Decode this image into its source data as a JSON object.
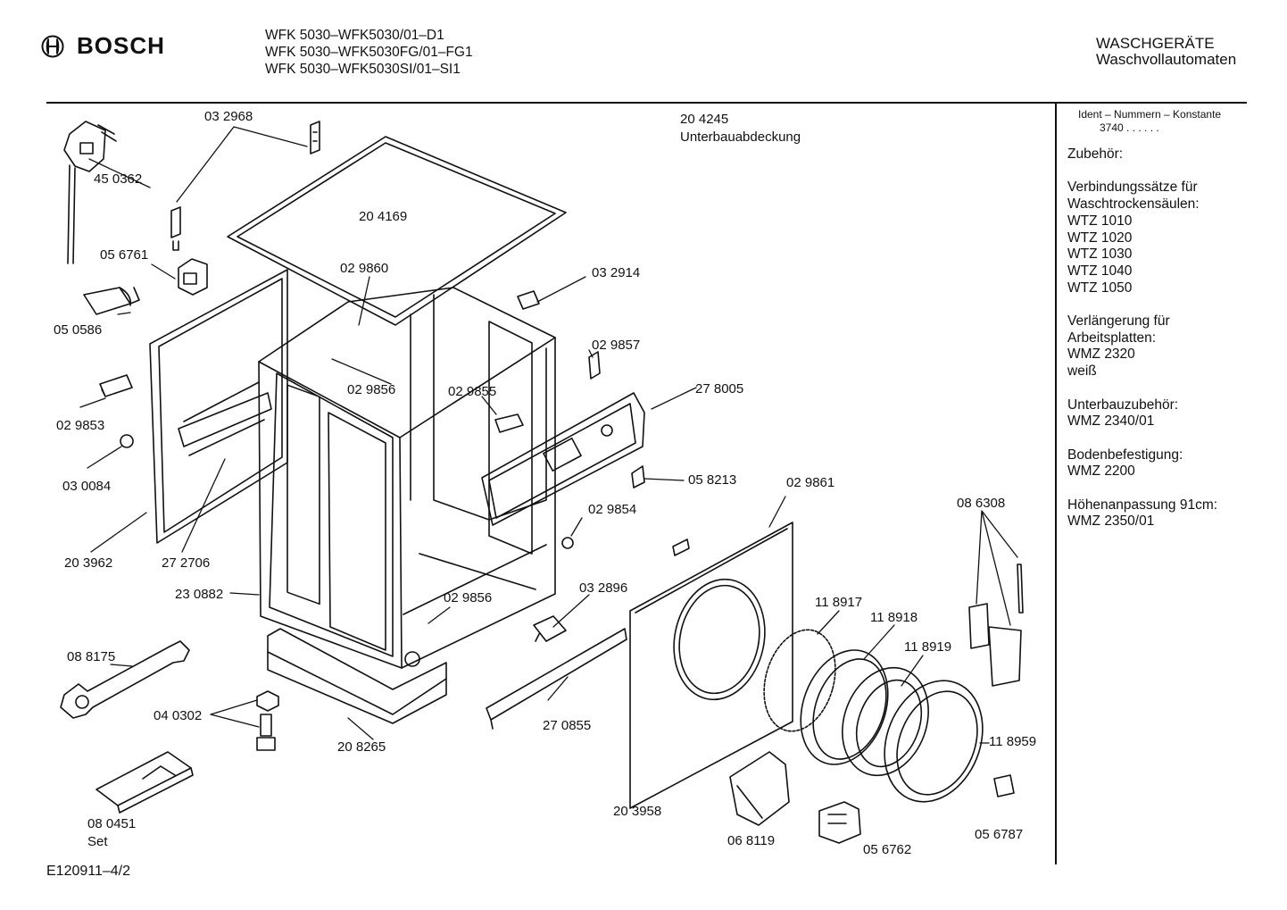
{
  "header": {
    "brand": "BOSCH",
    "models": [
      "WFK 5030–WFK5030/01–D1",
      "WFK 5030–WFK5030FG/01–FG1",
      "WFK 5030–WFK5030SI/01–SI1"
    ],
    "category_line1": "WASCHGERÄTE",
    "category_line2": "Waschvollautomaten"
  },
  "sidebar": {
    "ident_title": "Ident – Nummern – Konstante",
    "ident_value": "3740 . . . . . .",
    "sections": [
      {
        "lines": [
          "Zubehör:"
        ]
      },
      {
        "lines": [
          "Verbindungssätze für",
          "Waschtrockensäulen:",
          "WTZ 1010",
          "WTZ 1020",
          "WTZ 1030",
          "WTZ 1040",
          "WTZ 1050"
        ]
      },
      {
        "lines": [
          "Verlängerung für",
          "Arbeitsplatten:",
          "WMZ 2320",
          "weiß"
        ]
      },
      {
        "lines": [
          "Unterbauzubehör:",
          "WMZ 2340/01"
        ]
      },
      {
        "lines": [
          "Bodenbefestigung:",
          "WMZ 2200"
        ]
      },
      {
        "lines": [
          "Höhenanpassung  91cm:",
          "WMZ 2350/01"
        ]
      }
    ]
  },
  "part_labels": {
    "p032968": "03 2968",
    "p204245": "20 4245",
    "p204245_desc": "Unterbauabdeckung",
    "p450362": "45 0362",
    "p204169": "20 4169",
    "p056761": "05 6761",
    "p029860": "02 9860",
    "p032914": "03 2914",
    "p050586": "05 0586",
    "p029857": "02 9857",
    "p029856a": "02 9856",
    "p029855": "02 9855",
    "p278005": "27 8005",
    "p029853": "02 9853",
    "p030084": "03 0084",
    "p058213": "05 8213",
    "p029861": "02 9861",
    "p086308": "08 6308",
    "p029854": "02 9854",
    "p203962": "20 3962",
    "p272706": "27 2706",
    "p032896": "03 2896",
    "p230882": "23 0882",
    "p029856b": "02 9856",
    "p118917": "11 8917",
    "p118918": "11 8918",
    "p118919": "11 8919",
    "p088175": "08 8175",
    "p270855": "27 0855",
    "p040302": "04 0302",
    "p208265": "20 8265",
    "p118959": "11 8959",
    "p203958": "20 3958",
    "p080451": "08  0451",
    "p080451_set": "Set",
    "p068119": "06 8119",
    "p056762": "05 6762",
    "p056787": "05 6787"
  },
  "footer": {
    "code": "E120911–4/2"
  }
}
